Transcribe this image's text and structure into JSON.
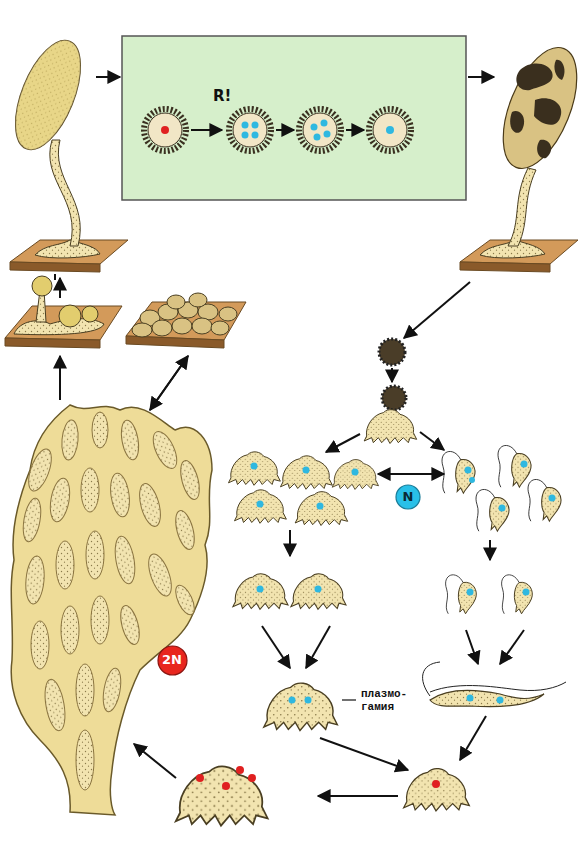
{
  "diagram": {
    "nodes": [
      {
        "text": [
          "N"
        ]
      },
      {
        "text": [
          "2N"
        ]
      }
    ],
    "labels": [
      "R!",
      "плазмо- гамия"
    ]
  }
}
